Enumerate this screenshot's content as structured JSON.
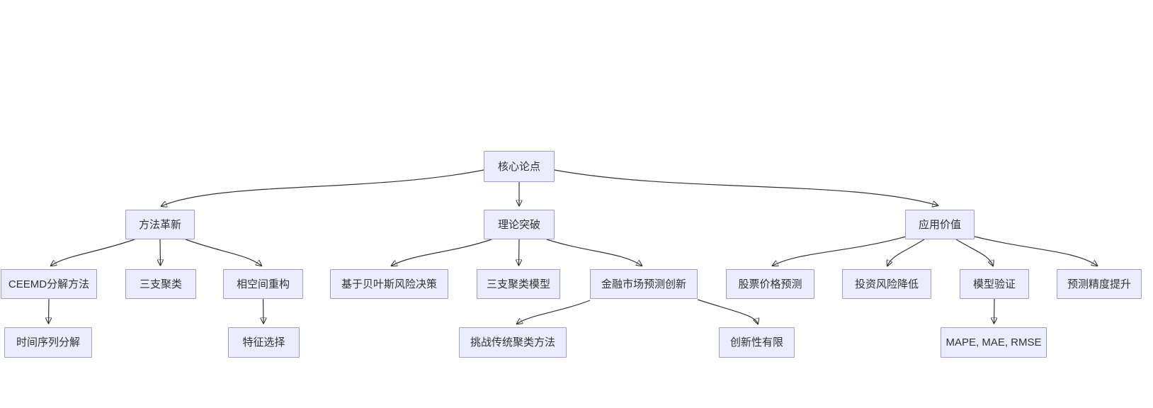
{
  "diagram": {
    "type": "flowchart",
    "direction": "top-down",
    "colors": {
      "node_fill": "#ECECFF",
      "node_border": "#9FA0CE",
      "edge": "#333333",
      "text": "#333333",
      "background": "#FFFFFF"
    },
    "nodes": {
      "root": {
        "label": "核心论点"
      },
      "method": {
        "label": "方法革新"
      },
      "theory": {
        "label": "理论突破"
      },
      "application": {
        "label": "应用价值"
      },
      "ceemd": {
        "label": "CEEMD分解方法"
      },
      "threeway": {
        "label": "三支聚类"
      },
      "phase": {
        "label": "相空间重构"
      },
      "bayes": {
        "label": "基于贝叶斯风险决策"
      },
      "threeway_model": {
        "label": "三支聚类模型"
      },
      "finance": {
        "label": "金融市场预测创新"
      },
      "stock": {
        "label": "股票价格预测"
      },
      "risk": {
        "label": "投资风险降低"
      },
      "validation": {
        "label": "模型验证"
      },
      "precision": {
        "label": "预测精度提升"
      },
      "timeseries": {
        "label": "时间序列分解"
      },
      "feature": {
        "label": "特征选择"
      },
      "challenge": {
        "label": "挑战传统聚类方法"
      },
      "limited": {
        "label": "创新性有限"
      },
      "metrics": {
        "label": "MAPE, MAE, RMSE"
      }
    },
    "edges": [
      {
        "from": "核心论点",
        "to": "方法革新"
      },
      {
        "from": "核心论点",
        "to": "理论突破"
      },
      {
        "from": "核心论点",
        "to": "应用价值"
      },
      {
        "from": "方法革新",
        "to": "CEEMD分解方法"
      },
      {
        "from": "方法革新",
        "to": "三支聚类"
      },
      {
        "from": "方法革新",
        "to": "相空间重构"
      },
      {
        "from": "理论突破",
        "to": "基于贝叶斯风险决策"
      },
      {
        "from": "理论突破",
        "to": "三支聚类模型"
      },
      {
        "from": "理论突破",
        "to": "金融市场预测创新"
      },
      {
        "from": "应用价值",
        "to": "股票价格预测"
      },
      {
        "from": "应用价值",
        "to": "投资风险降低"
      },
      {
        "from": "应用价值",
        "to": "模型验证"
      },
      {
        "from": "应用价值",
        "to": "预测精度提升"
      },
      {
        "from": "CEEMD分解方法",
        "to": "时间序列分解"
      },
      {
        "from": "相空间重构",
        "to": "特征选择"
      },
      {
        "from": "金融市场预测创新",
        "to": "挑战传统聚类方法"
      },
      {
        "from": "金融市场预测创新",
        "to": "创新性有限"
      },
      {
        "from": "模型验证",
        "to": "MAPE, MAE, RMSE"
      }
    ]
  }
}
